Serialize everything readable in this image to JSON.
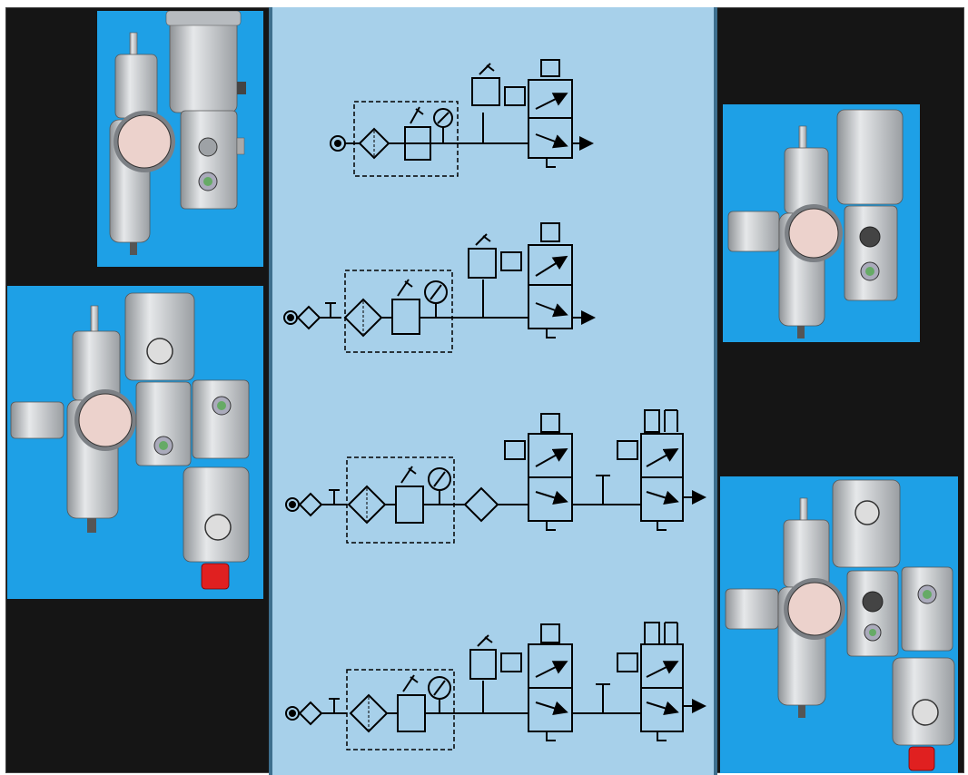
{
  "colors": {
    "frame_bg": "#151515",
    "panel_blue": "#1ea0e6",
    "schematic_bg": "#a7d0ea",
    "metal": "#c9ccd0",
    "gauge_face": "#ecd2cc",
    "red_cap": "#e02020"
  },
  "units": {
    "unit_1": {
      "plate_label": ""
    },
    "unit_2": {
      "plate_label": ""
    },
    "unit_3": {
      "plate_label": ""
    },
    "unit_4": {
      "plate_label": ""
    }
  },
  "schematics": [
    {
      "name": "filter-regulator-gauge-solenoid-valve",
      "components": [
        "inlet",
        "filter",
        "regulator",
        "gauge",
        "solenoid-pilot",
        "3-2-valve",
        "exhaust-arrow"
      ]
    },
    {
      "name": "check-filter-regulator-gauge-solenoid-valve",
      "components": [
        "inlet",
        "check-valve",
        "filter",
        "regulator",
        "gauge",
        "solenoid-pilot",
        "3-2-valve",
        "exhaust-arrow"
      ]
    },
    {
      "name": "dual-valve-with-secondary-filter",
      "components": [
        "inlet",
        "check-valve",
        "filter",
        "regulator",
        "gauge",
        "secondary-filter",
        "valve-1",
        "valve-2",
        "exhaust-arrow"
      ]
    },
    {
      "name": "dual-valve-with-pilot",
      "components": [
        "inlet",
        "check-valve",
        "filter",
        "regulator",
        "gauge",
        "solenoid-pilot",
        "valve-1",
        "valve-2",
        "exhaust-arrow"
      ]
    }
  ]
}
